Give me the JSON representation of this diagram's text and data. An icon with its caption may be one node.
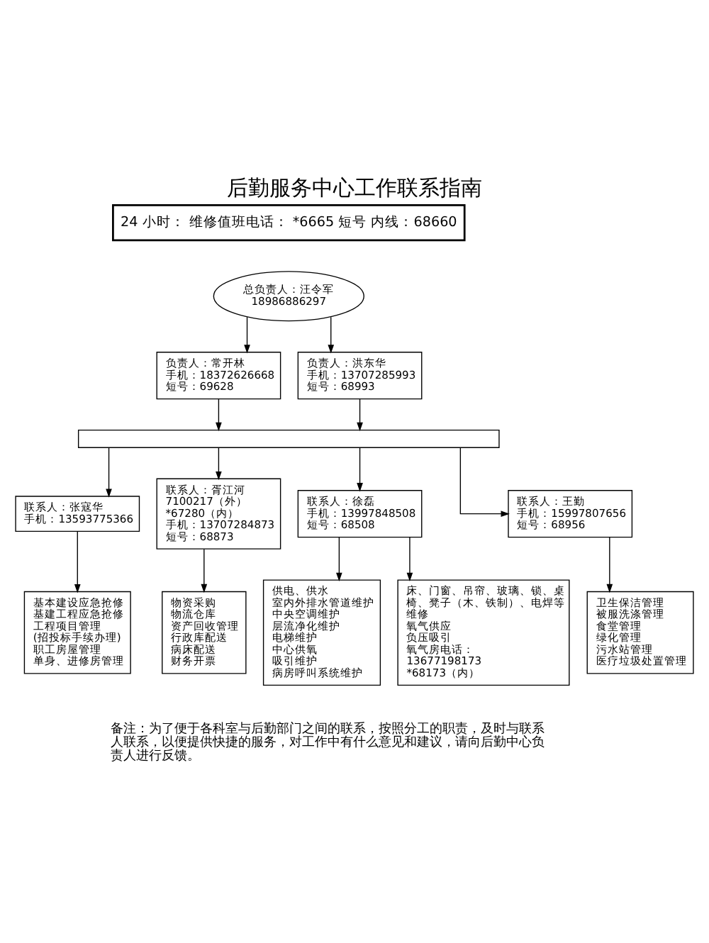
{
  "diagram": {
    "title": "后勤服务中心工作联系指南",
    "caption": "备注：为了便于各科室与后勤部门之间的联系，按照分工的职责，及时与联系人联系，以便提供快捷的服务，对工作中有什么意见和建议，请向后勤中心负责人进行反馈。",
    "nodes": [
      {
        "text": [
          "24 小时： 维修值班电话： *6665 短号 内线：68660"
        ]
      },
      {
        "text": [
          "总负责人：汪令军",
          "18986886297"
        ]
      },
      {
        "text": [
          "负责人：常开林",
          "手机：18372626668",
          "短号：69628"
        ]
      },
      {
        "text": [
          "负责人：洪东华",
          "手机：13707285993",
          "短号：68993"
        ]
      },
      {
        "text": [],
        "shape": "box"
      },
      {
        "text": [
          "联系人：张寇华",
          "手机：13593775366"
        ]
      },
      {
        "text": [
          "联系人：胥江河",
          "7100217（外）",
          "*67280（内）",
          "手机：13707284873",
          "短号：68873"
        ]
      },
      {
        "text": [
          "联系人：徐磊",
          "手机：13997848508",
          "短号：68508"
        ]
      },
      {
        "text": [
          "联系人：王勤",
          "手机：15997807656",
          "短号：68956"
        ]
      },
      {
        "text": [
          "基本建设应急抢修",
          "基建工程应急抢修",
          "工程项目管理",
          "(招投标手续办理)",
          "职工房屋管理",
          "单身、进修房管理"
        ]
      },
      {
        "text": [
          "物资采购",
          "物流仓库",
          "资产回收管理",
          "行政库配送",
          "病床配送",
          "财务开票"
        ]
      },
      {
        "text": [
          "供电、供水",
          "室内外排水管道维护",
          "中央空调维护",
          "层流净化维护",
          "电梯维护",
          "中心供氧",
          "吸引维护",
          "病房呼叫系统维护"
        ]
      },
      {
        "text": [
          "床、门窗、吊帘、玻璃、锁、桌椅、凳子（木、铁制）、电焊等维修",
          "氧气供应",
          "负压吸引",
          "氧气房电话：",
          "13677198173",
          "*68173（内）"
        ]
      },
      {
        "text": [
          "卫生保洁管理",
          "被服洗涤管理",
          "食堂管理",
          "绿化管理",
          "污水站管理",
          "医疗垃圾处置管理"
        ]
      }
    ],
    "edges": [
      {
        "from": 1,
        "to": 2,
        "arrow": "to"
      },
      {
        "from": 1,
        "to": 3,
        "arrow": "to"
      },
      {
        "from": 2,
        "to": 4,
        "arrow": "to"
      },
      {
        "from": 3,
        "to": 4,
        "arrow": "to"
      },
      {
        "from": 4,
        "to": 5,
        "arrow": "to"
      },
      {
        "from": 4,
        "to": 6,
        "arrow": "to"
      },
      {
        "from": 4,
        "to": 7,
        "arrow": "to"
      },
      {
        "from": 4,
        "to": 8,
        "arrow": "to"
      },
      {
        "from": 5,
        "to": 9,
        "arrow": "to"
      },
      {
        "from": 6,
        "to": 10,
        "arrow": "to"
      },
      {
        "from": 7,
        "to": 11,
        "arrow": "to"
      },
      {
        "from": 7,
        "to": 12,
        "arrow": "to"
      },
      {
        "from": 8,
        "to": 13,
        "arrow": "to"
      }
    ]
  }
}
